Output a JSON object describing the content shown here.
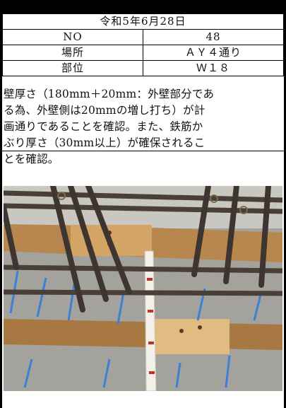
{
  "report": {
    "date": "令和5年6月28日",
    "rows": [
      {
        "label": "NO",
        "value": "48"
      },
      {
        "label": "場所",
        "value": "ＡＹ４通り"
      },
      {
        "label": "部位",
        "value": "Ｗ１８"
      }
    ],
    "notes": [
      "壁厚さ（180mm＋20mm：外壁部分であ",
      "る為、外壁側は20mmの増し打ち）が計",
      "画通りであることを確認。また、鉄筋か",
      "ぶり厚さ（30mm以上）が確保されるこ",
      "とを確認。"
    ]
  },
  "photo": {
    "subject": "rebar-and-measuring-tape-photo",
    "colors": {
      "rebar": "#4a3f36",
      "wood": "#b98a52",
      "concrete": "#9b9a94",
      "blue_marking": "#3c7fd6",
      "tape": "#f2f0e8"
    }
  }
}
